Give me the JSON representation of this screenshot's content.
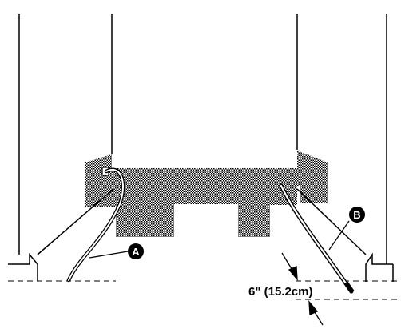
{
  "callouts": {
    "a": "A",
    "b": "B"
  },
  "dimension": {
    "label": "6\" (15.2cm)"
  },
  "colors": {
    "line": "#000000",
    "background": "#ffffff",
    "shading": "stippled-gray"
  }
}
